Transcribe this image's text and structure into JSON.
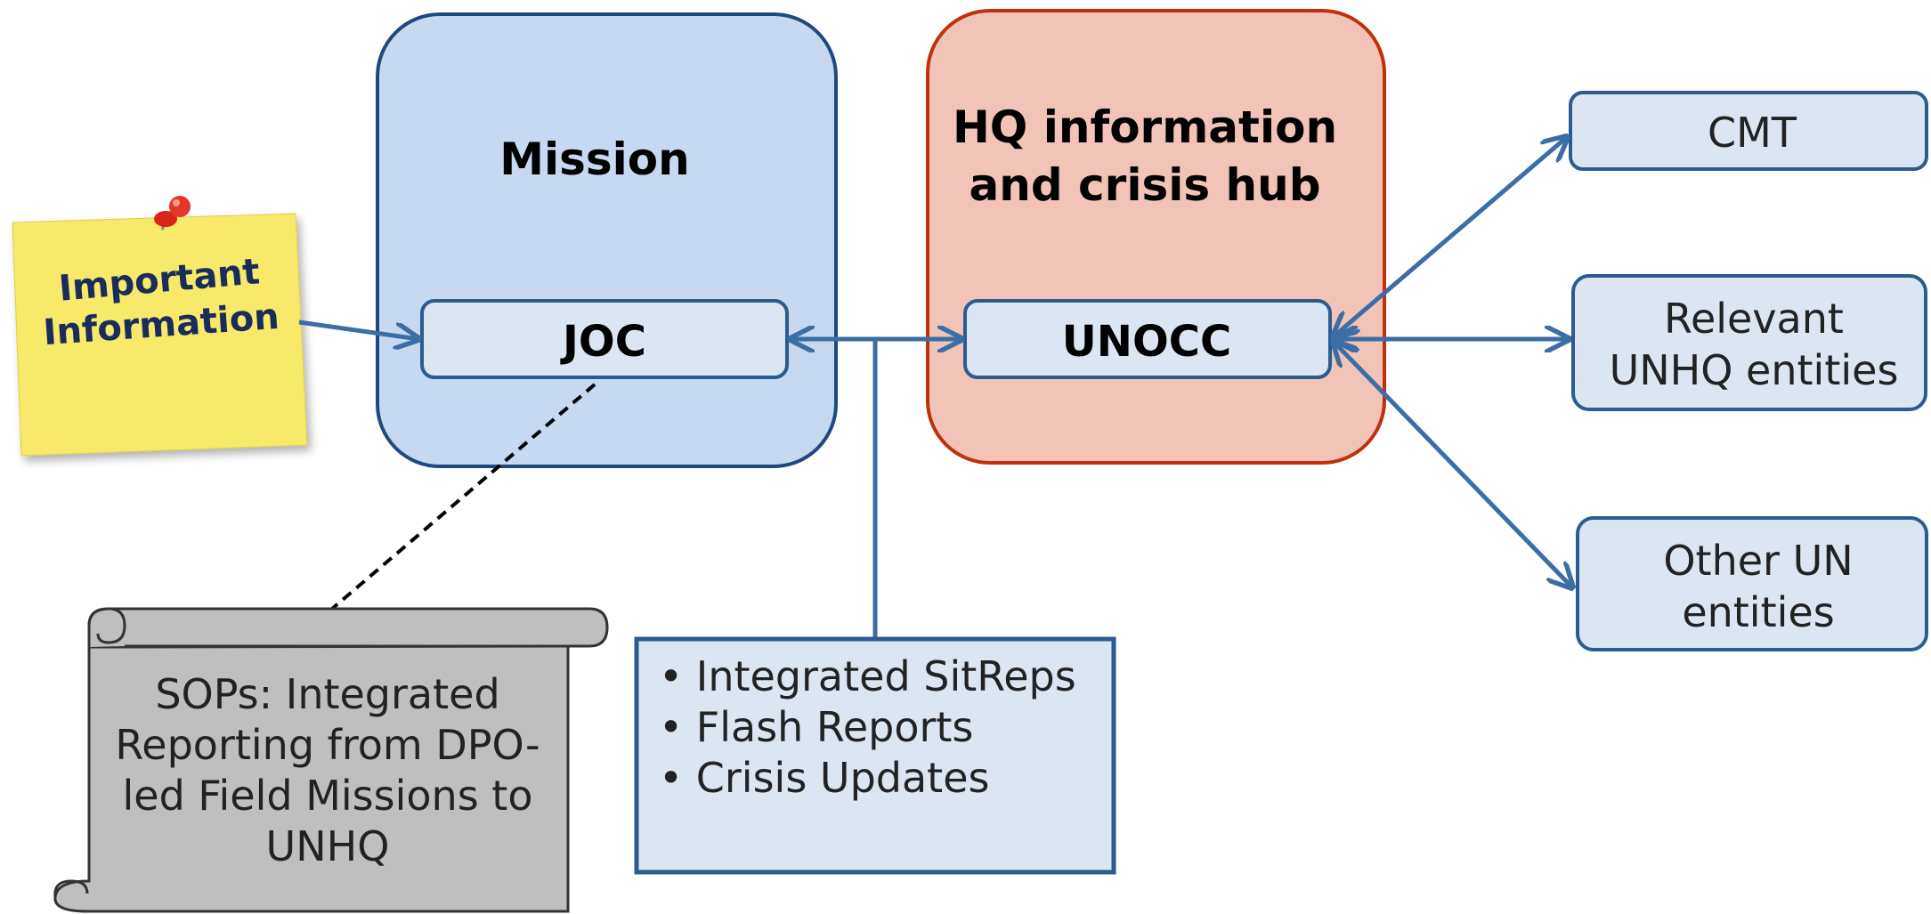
{
  "note": {
    "line1": "Important",
    "line2": "Information"
  },
  "mission": {
    "title": "Mission",
    "node": "JOC"
  },
  "hq": {
    "title_line1": "HQ information",
    "title_line2": "and crisis hub",
    "node": "UNOCC"
  },
  "targets": {
    "cmt": "CMT",
    "relevant_line1": "Relevant",
    "relevant_line2": "UNHQ entities",
    "other_line1": "Other UN",
    "other_line2": "entities"
  },
  "reports": {
    "items": [
      "Integrated SitReps",
      "Flash Reports",
      "Crisis Updates"
    ]
  },
  "scroll": {
    "lines": [
      "SOPs: Integrated",
      "Reporting from DPO-",
      "led Field Missions to",
      "UNHQ"
    ]
  },
  "colors": {
    "mission_fill": "#c6d9f1",
    "mission_stroke": "#1f497d",
    "hq_fill": "#f2c4b8",
    "hq_stroke": "#c0300a",
    "node_fill": "#dce6f2",
    "node_stroke": "#2c5b8f",
    "arrow": "#3a6ea5",
    "scroll_fill": "#bfbfbf",
    "note_fill": "#f7e96a",
    "note_text": "#1a2c5c"
  }
}
